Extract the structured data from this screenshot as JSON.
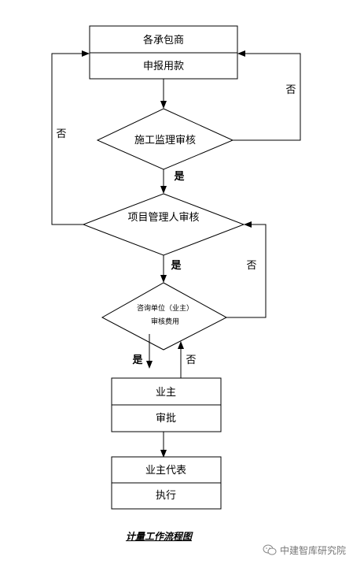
{
  "nodes": {
    "contractors": {
      "title": "各承包商",
      "sub": "申报用款"
    },
    "supervision": {
      "label": "施工监理审核"
    },
    "project_manager": {
      "label": "项目管理人审核"
    },
    "consulting": {
      "line1": "咨询单位（业主）",
      "line2": "审核费用"
    },
    "owner": {
      "title": "业主",
      "sub": "审批"
    },
    "owner_rep": {
      "title": "业主代表",
      "sub": "执行"
    }
  },
  "edges": {
    "yes": "是",
    "no": "否"
  },
  "caption": "计量工作流程图",
  "watermark": {
    "text": "中建智库研究院",
    "icon": "wechat-icon"
  }
}
